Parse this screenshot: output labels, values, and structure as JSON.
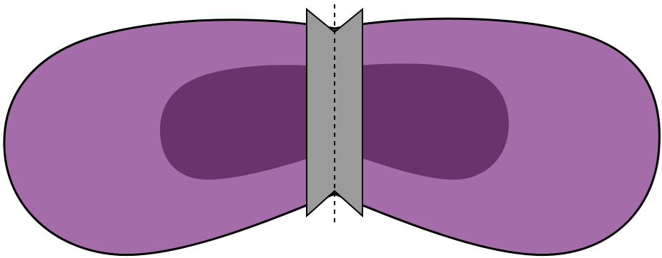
{
  "colors": {
    "background": "#ffffff",
    "outer_region": "#a46ca8",
    "inner_region": "#6a336c",
    "outline": "#000000",
    "band": "#9b9b9b",
    "axis_line": "#000000"
  },
  "shapes": {
    "outer_region": "lobed-outer-region",
    "inner_region": "lobed-inner-core",
    "band": "central-vertical-band",
    "axis": "dashed-vertical-axis"
  }
}
